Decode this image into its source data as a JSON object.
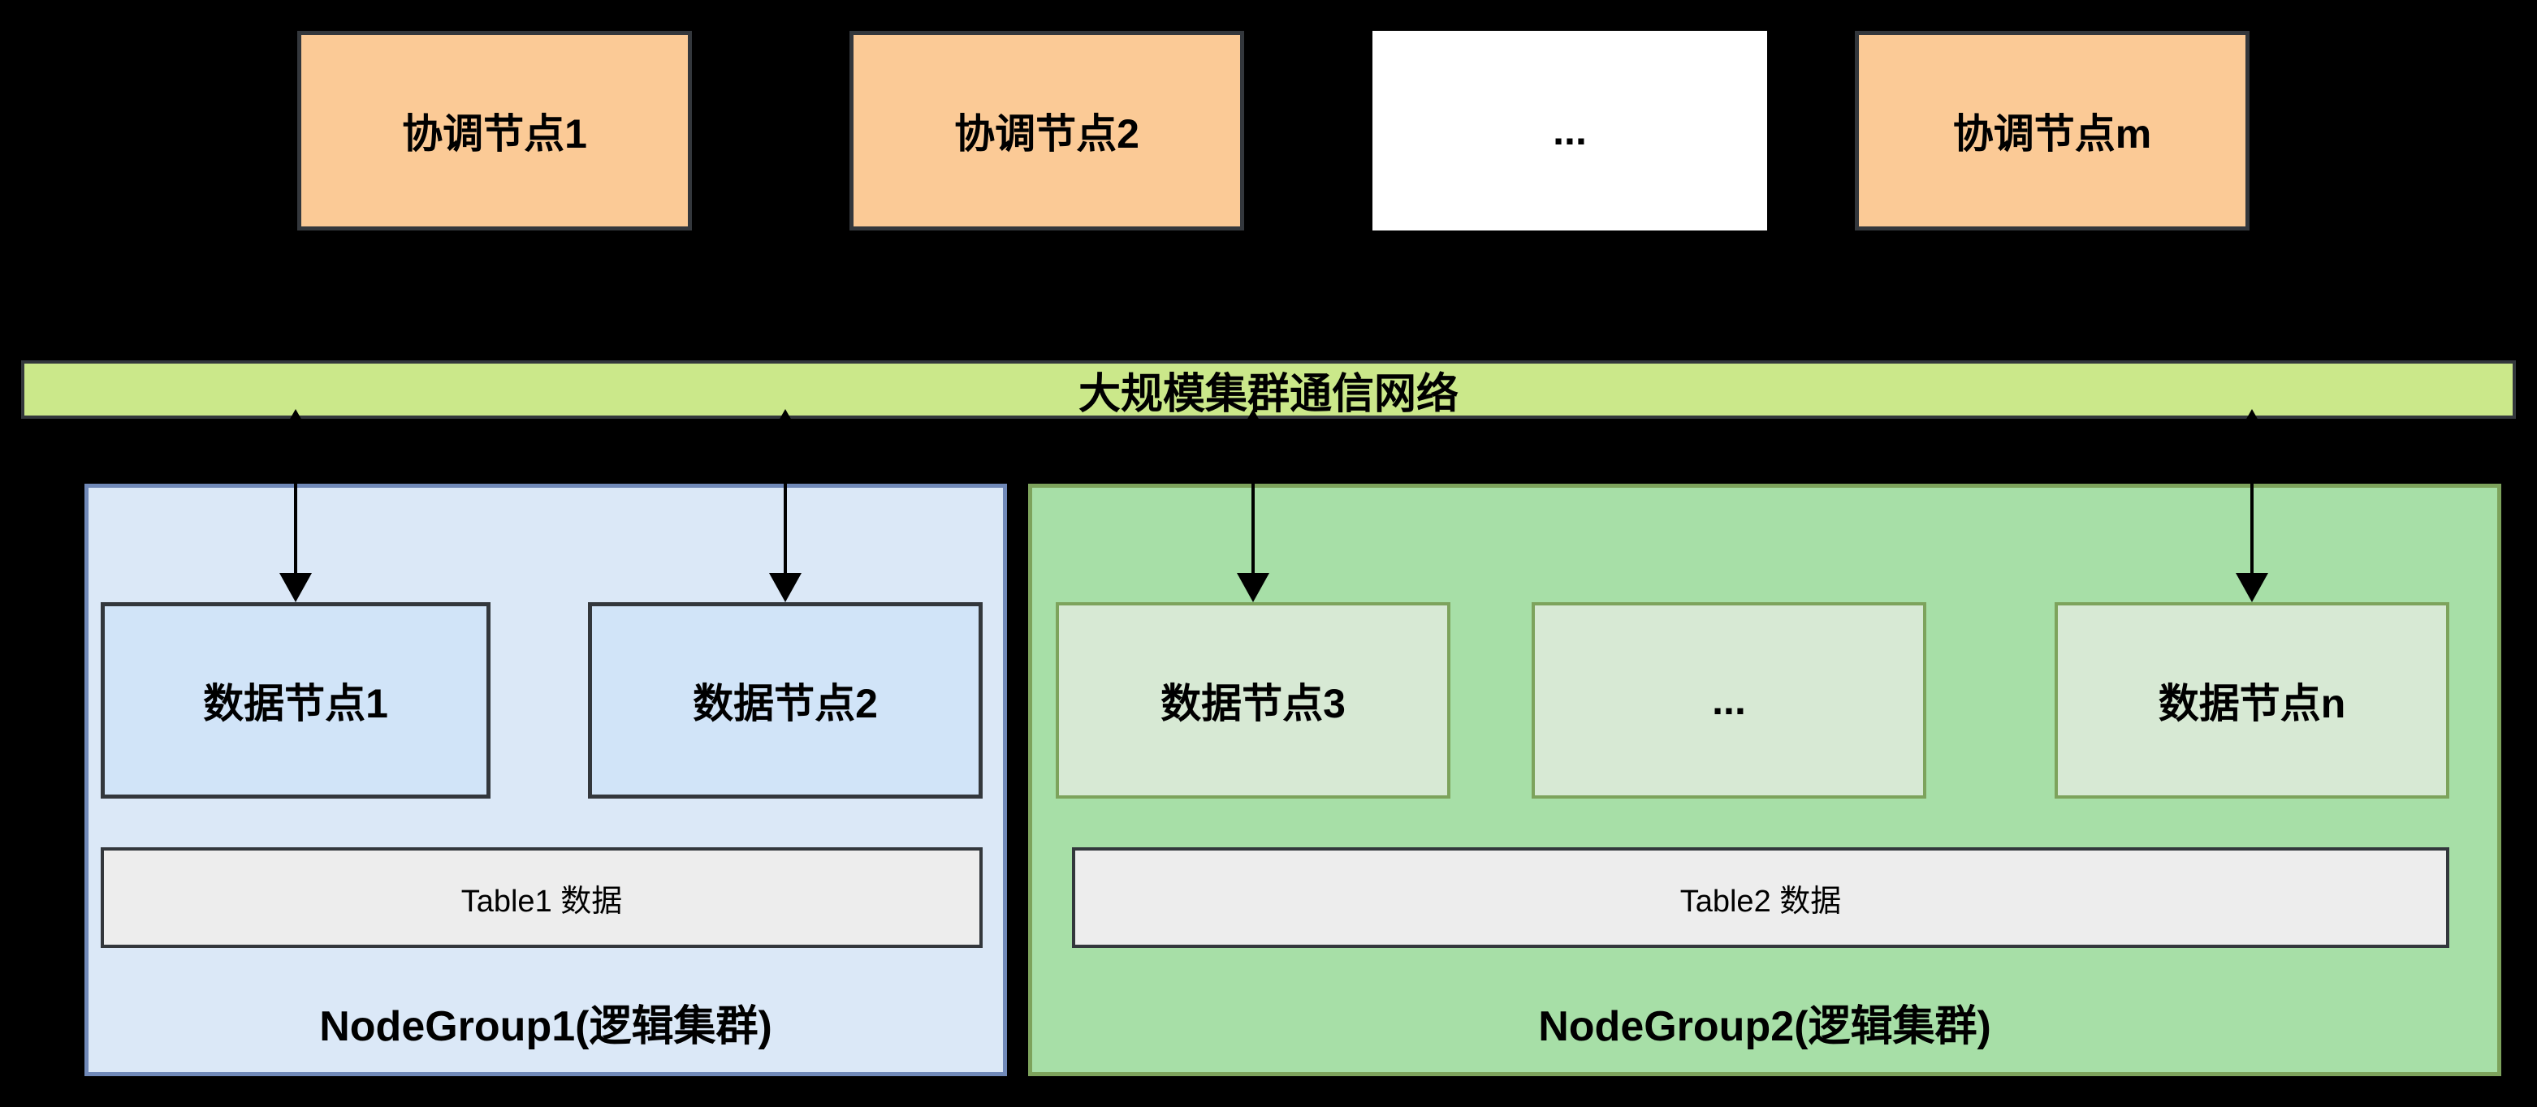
{
  "diagram": {
    "coordinators": [
      {
        "label": "协调节点1"
      },
      {
        "label": "协调节点2"
      },
      {
        "label": "..."
      },
      {
        "label": "协调节点m"
      }
    ],
    "network_bar": {
      "label": "大规模集群通信网络"
    },
    "groups": [
      {
        "label": "NodeGroup1(逻辑集群)",
        "nodes": [
          {
            "label": "数据节点1"
          },
          {
            "label": "数据节点2"
          }
        ],
        "table": {
          "label": "Table1 数据"
        }
      },
      {
        "label": "NodeGroup2(逻辑集群)",
        "nodes": [
          {
            "label": "数据节点3"
          },
          {
            "label": "..."
          },
          {
            "label": "数据节点n"
          }
        ],
        "table": {
          "label": "Table2 数据"
        }
      }
    ],
    "colors": {
      "background": "#000000",
      "coordinator_fill": "#fbca96",
      "coordinator_ellipsis_fill": "#ffffff",
      "dark_border": "#33373c",
      "network_bar_fill": "#cbe88a",
      "group1_fill": "#dbe8f7",
      "group1_border": "#7089b8",
      "node_blue_fill": "#d1e4f8",
      "group2_fill": "#a7dfa7",
      "group2_border": "#7da35c",
      "node_green_fill": "#d7e9d4",
      "table_fill": "#ededed",
      "text": "#000000"
    }
  }
}
